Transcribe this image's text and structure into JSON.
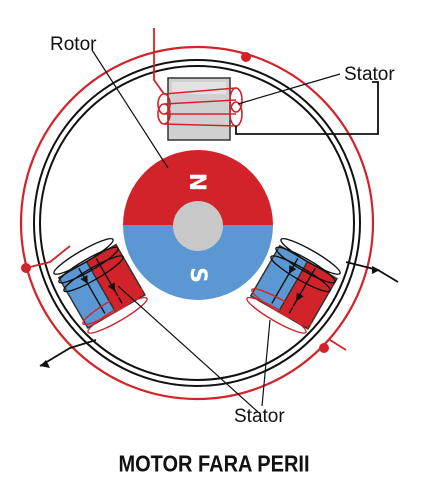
{
  "labels": {
    "rotor": "Rotor",
    "stator_top": "Stator",
    "stator_bottom": "Stator",
    "pole_north": "N",
    "pole_south": "S",
    "caption": "MOTOR FARA PERII"
  },
  "colors": {
    "red": "#d2232a",
    "blue": "#5b97d2",
    "hub": "#c8c8c8",
    "coil_red": "#d2232a",
    "black": "#111111",
    "stator_gray": "#d0d0d0"
  },
  "icons": {
    "rotor": "permanent-magnet-rotor",
    "stator": "electromagnet-coil",
    "current_arrow": "arrow-head"
  }
}
